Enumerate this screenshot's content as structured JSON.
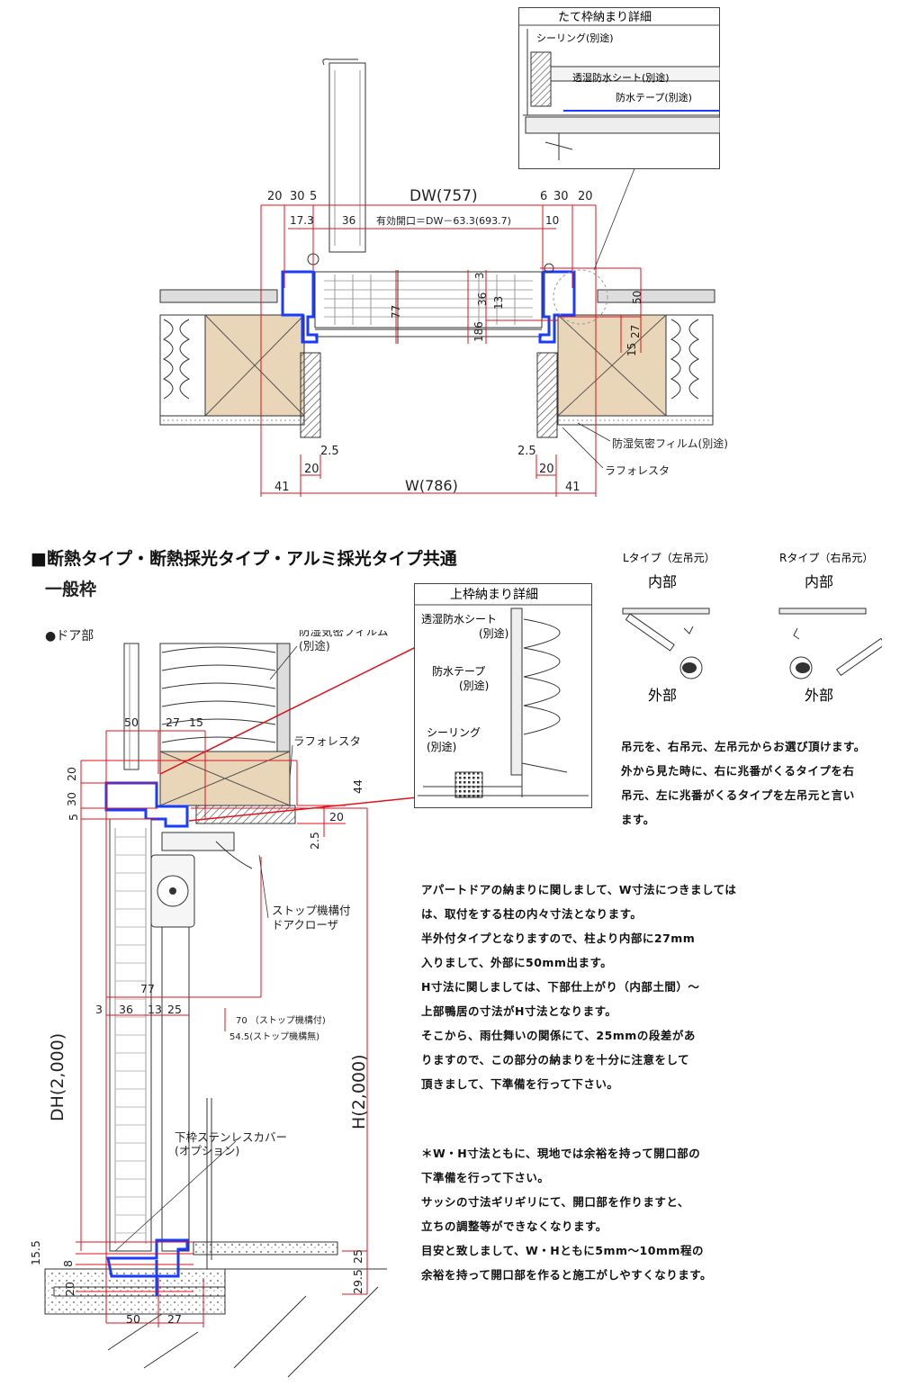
{
  "plan": {
    "dw": "DW(757)",
    "w": "W(786)",
    "effective_opening": "有効開口＝DW－63.3(693.7)",
    "dims_top": [
      "20",
      "30",
      "5",
      "6",
      "30",
      "20"
    ],
    "dims_second": [
      "17.3",
      "36",
      "10"
    ],
    "dims_vertical": [
      "3",
      "36",
      "13",
      "77",
      "186",
      "50",
      "27",
      "15"
    ],
    "dims_bottom": [
      "2.5",
      "20",
      "2.5",
      "20",
      "41",
      "41"
    ],
    "label_film": "防湿気密フィルム(別途)",
    "label_lafore": "ラフォレスタ"
  },
  "detail_jamb": {
    "title": "たて枠納まり詳細",
    "label_sealing": "シーリング(別途)",
    "label_sheet": "透湿防水シート(別途)",
    "label_tape": "防水テープ(別途)"
  },
  "section": {
    "heading": "■断熱タイプ・断熱採光タイプ・アルミ採光タイプ共通",
    "subheading": "一般枠",
    "door_part": "●ドア部",
    "label_film": "防湿気密フィルム",
    "label_film2": "(別途)",
    "label_lafore": "ラフォレスタ",
    "label_closer1": "ストップ機構付",
    "label_closer2": "ドアクローザ",
    "label_stop1": "70 （ストップ機構付)",
    "label_stop2": "54.5(ストップ機構無)",
    "label_cover1": "下枠ステンレスカバー",
    "label_cover2": "(オプション)",
    "dh": "DH(2,000)",
    "h": "H(2,000)",
    "dims_top": [
      "50",
      "27",
      "15",
      "20",
      "30",
      "5",
      "44",
      "20",
      "2.5"
    ],
    "dims_mid": [
      "77",
      "3",
      "36",
      "13",
      "25"
    ],
    "dims_bottom": [
      "15.5",
      "8",
      "20",
      "25",
      "29.5",
      "50",
      "27"
    ]
  },
  "detail_head": {
    "title": "上枠納まり詳細",
    "label_sheet1": "透湿防水シート",
    "label_sheet2": "(別途)",
    "label_tape1": "防水テープ",
    "label_tape2": "(別途)",
    "label_seal1": "シーリング",
    "label_seal2": "(別途)"
  },
  "hinge": {
    "l_title": "Lタイプ（左吊元）",
    "r_title": "Rタイプ（右吊元）",
    "inside": "内部",
    "outside": "外部",
    "desc": [
      "吊元を、右吊元、左吊元からお選び頂けます。",
      "外から見た時に、右に兆番がくるタイプを右",
      "吊元、左に兆番がくるタイプを左吊元と言い",
      "ます。"
    ]
  },
  "notes": {
    "para1": [
      "アパートドアの納まりに関しまして、W寸法につきましては",
      "は、取付をする柱の内々寸法となります。",
      "半外付タイプとなりますので、柱より内部に27mm",
      "入りまして、外部に50mm出ます。",
      "H寸法に関しましては、下部仕上がり（内部土間）～",
      "上部鴨居の寸法がH寸法となります。",
      "そこから、雨仕舞いの関係にて、25mmの段差があ",
      "りますので、この部分の納まりを十分に注意をして",
      "頂きまして、下準備を行って下さい。"
    ],
    "para2": [
      "＊W・H寸法ともに、現地では余裕を持って開口部の",
      "下準備を行って下さい。",
      "サッシの寸法ギリギリにて、開口部を作りますと、",
      "立ちの調整等ができなくなります。",
      "目安と致しまして、W・Hともに5mm～10mm程の",
      "余裕を持って開口部を作ると施工がしやすくなります。"
    ]
  },
  "colors": {
    "frame": "#1a3cff",
    "dimension": "#e0121b",
    "wood": "#e9d6b8",
    "hatch": "#555555"
  }
}
